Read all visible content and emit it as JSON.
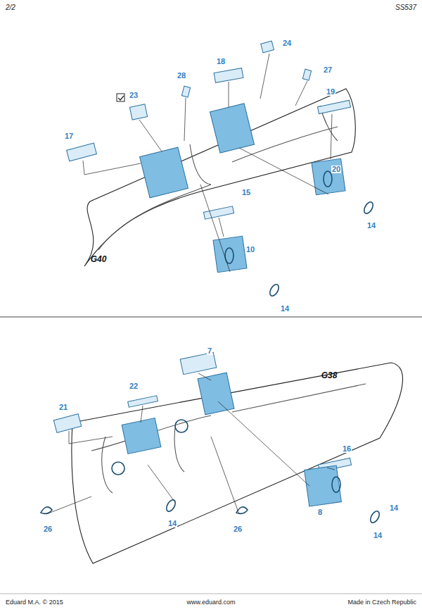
{
  "diagram": {
    "labels": [
      "2/2",
      "SS537",
      "24",
      "18",
      "28",
      "27",
      "23",
      "19",
      "17",
      "20",
      "15",
      "10",
      "14",
      "14",
      "G40",
      "7",
      "G38",
      "22",
      "21",
      "16",
      "8",
      "26",
      "14",
      "26",
      "14",
      "14",
      "Eduard M.A. © 2015",
      "www.eduard.com",
      "Made in Czech Republic"
    ]
  }
}
